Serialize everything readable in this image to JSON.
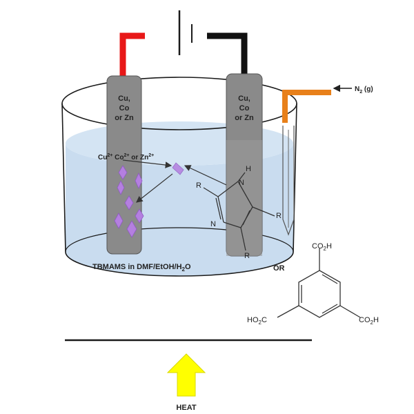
{
  "electrodes": {
    "left": [
      "Cu,",
      "Co",
      "or Zn"
    ],
    "right": [
      "Cu,",
      "Co",
      "or Zn"
    ]
  },
  "ions": {
    "prefix": "Cu",
    "prefix_sup": "2+",
    "co": "Co",
    "co_sup": "2+",
    "or": "or Zn",
    "zn_sup": "2+"
  },
  "gas_inlet": {
    "symbol": "N",
    "sub": "2",
    "state": "(g)"
  },
  "imidazole": {
    "n_top": "N",
    "h": "H",
    "n_bottom": "N",
    "r_left": "R",
    "r_right": "R",
    "r_bottom": "R"
  },
  "solution_label": {
    "main": "TBMAMS in DMF/EtOH/H",
    "sub": "2",
    "end": "O"
  },
  "or_label": "OR",
  "acid": {
    "top": "CO",
    "top_sub": "2",
    "top_h": "H",
    "left": "HO",
    "left_sub": "2",
    "left_c": "C",
    "right": "CO",
    "right_sub": "2",
    "right_h": "H"
  },
  "heat_label": "HEAT",
  "colors": {
    "positive_wire": "#e81818",
    "negative_wire": "#111111",
    "gas_tube": "#e8801a",
    "electrode": "#8a8a8a",
    "solution": "#c9dcef",
    "crystal": "#b47fe0",
    "heat_arrow": "#ffff00"
  }
}
